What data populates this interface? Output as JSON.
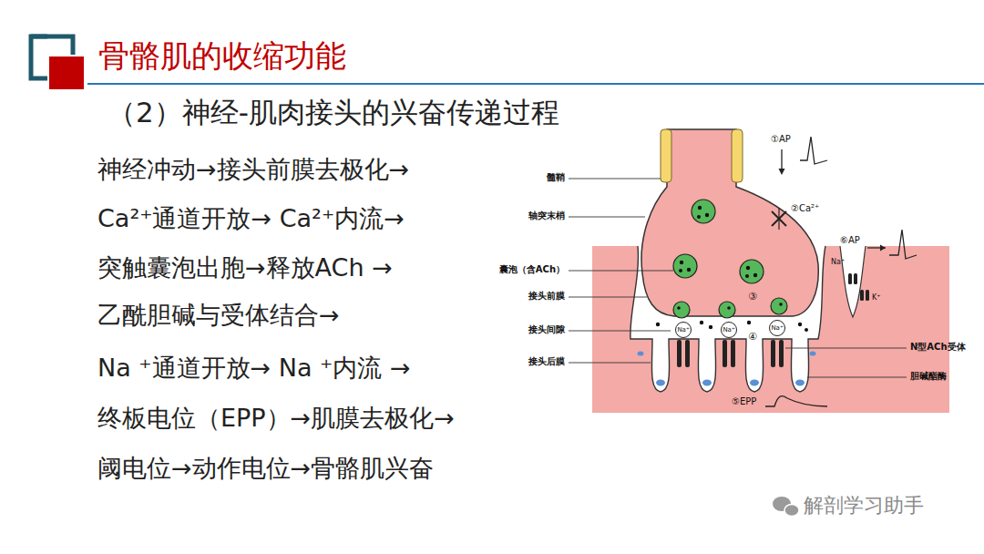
{
  "diagram": {
    "title": "骨骼肌的收缩功能",
    "labels": [
      "（2）神经-肌肉接头的兴奋传递过程",
      "神经冲动→接头前膜去极化→",
      "Ca²⁺通道开放→ Ca²⁺内流→",
      "突触囊泡出胞→释放ACh →",
      "乙酰胆碱与受体结合→",
      "Na ⁺通道开放→ Na ⁺内流 →",
      "终板电位（EPP）→肌膜去极化→",
      "阈电位→动作电位→骨骼肌兴奋",
      "①AP",
      "②Ca²⁺",
      "⑥AP",
      "Na⁺",
      "K⁺",
      "髓鞘",
      "轴突末梢",
      "囊泡（含ACh）",
      "接头前膜",
      "③",
      "接头间隙",
      "接头后膜",
      "Na⁺",
      "Na⁺",
      "Na⁺",
      "④",
      "N型ACh受体",
      "胆碱酯酶",
      "⑤EPP",
      "解剖学习助手"
    ]
  }
}
